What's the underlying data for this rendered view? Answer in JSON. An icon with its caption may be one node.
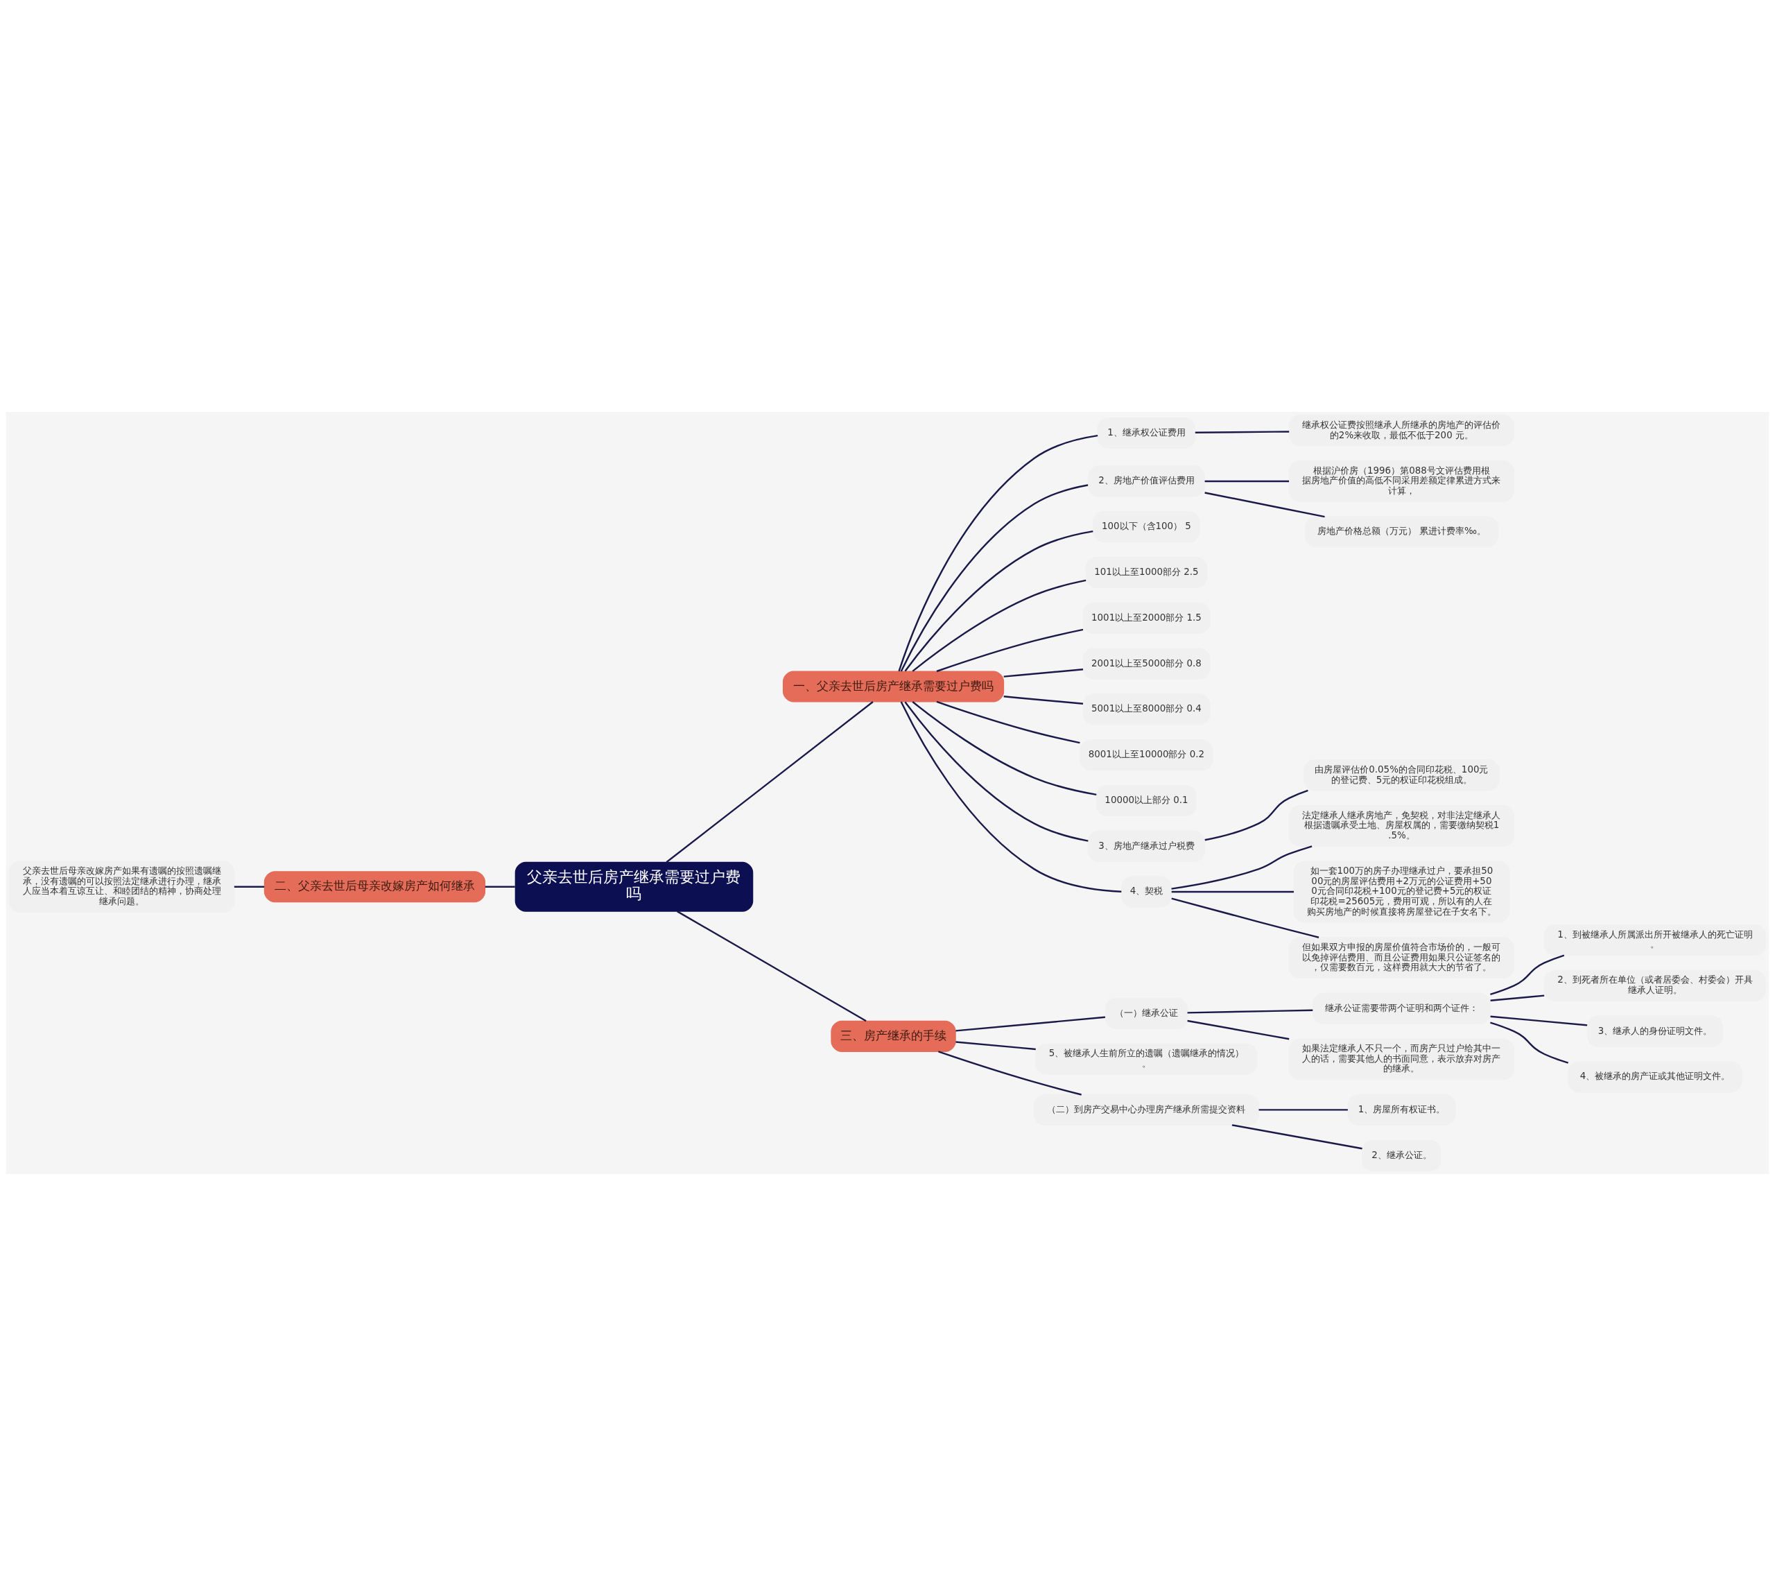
{
  "diagram": {
    "nodes": [
      {
        "text": [
          "父亲去世后房产继承需要过户费吗"
        ]
      },
      {
        "text": [
          "一、父亲去世后房产继承需要过户费吗"
        ]
      },
      {
        "text": [
          "1、继承权公证费用"
        ]
      },
      {
        "text": [
          "继承权公证费按照继承人所继承的房地产的评估价的2%来收取，最低不低于200 元。"
        ]
      },
      {
        "text": [
          "2、房地产价值评估费用"
        ]
      },
      {
        "text": [
          "根据沪价房（1996）第088号文评估费用根据房地产价值的高低不同采用差额定律累进方式来计算，"
        ]
      },
      {
        "text": [
          "房地产价格总额（万元） 累进计费率‰。"
        ]
      },
      {
        "text": [
          "100以下（含100） 5"
        ]
      },
      {
        "text": [
          "101以上至1000部分 2.5"
        ]
      },
      {
        "text": [
          "1001以上至2000部分 1.5"
        ]
      },
      {
        "text": [
          "2001以上至5000部分 0.8"
        ]
      },
      {
        "text": [
          "5001以上至8000部分 0.4"
        ]
      },
      {
        "text": [
          "8001以上至10000部分 0.2"
        ]
      },
      {
        "text": [
          "10000以上部分 0.1"
        ]
      },
      {
        "text": [
          "3、房地产继承过户税费"
        ]
      },
      {
        "text": [
          "由房屋评估价0.05%的合同印花税、100元的登记费、5元的权证印花税组成。"
        ]
      },
      {
        "text": [
          "4、契税"
        ]
      },
      {
        "text": [
          "法定继承人继承房地产，免契税，对非法定继承人根据遗嘱承受土地、房屋权属的，需要缴纳契税1.5%。"
        ]
      },
      {
        "text": [
          "如一套100万的房子办理继承过户，要承担5000元的房屋评估费用+2万元的公证费用+500元合同印花税+100元的登记费+5元的权证印花税=25605元，费用可观，所以有的人在购买房地产的时候直接将房屋登记在子女名下。"
        ]
      },
      {
        "text": [
          "但如果双方申报的房屋价值符合市场价的，一般可以免掉评估费用、而且公证费用如果只公证签名的，仅需要数百元，这样费用就大大的节省了。"
        ]
      },
      {
        "text": [
          "二、父亲去世后母亲改嫁房产如何继承"
        ]
      },
      {
        "text": [
          "父亲去世后母亲改嫁房产如果有遗嘱的按照遗嘱继承，没有遗嘱的可以按照法定继承进行办理，继承人应当本着互谅互让、和睦团结的精神，协商处理继承问题。"
        ]
      },
      {
        "text": [
          "三、房产继承的手续"
        ]
      },
      {
        "text": [
          "（一）继承公证"
        ]
      },
      {
        "text": [
          "继承公证需要带两个证明和两个证件："
        ]
      },
      {
        "text": [
          "1、到被继承人所属派出所开被继承人的死亡证明。"
        ]
      },
      {
        "text": [
          "2、到死者所在单位（或者居委会、村委会）开具继承人证明。"
        ]
      },
      {
        "text": [
          "3、继承人的身份证明文件。"
        ]
      },
      {
        "text": [
          "4、被继承的房产证或其他证明文件。"
        ]
      },
      {
        "text": [
          "如果法定继承人不只一个，而房产只过户给其中一人的话，需要其他人的书面同意，表示放弃对房产的继承。"
        ]
      },
      {
        "text": [
          "5、被继承人生前所立的遗嘱（遗嘱继承的情况）。"
        ]
      },
      {
        "text": [
          "（二）到房产交易中心办理房产继承所需提交资料"
        ]
      },
      {
        "text": [
          "1、房屋所有权证书。"
        ]
      },
      {
        "text": [
          "2、继承公证。"
        ]
      }
    ],
    "edges": [
      {
        "from": 0,
        "to": 1,
        "arrow": "none"
      },
      {
        "from": 1,
        "to": 2,
        "arrow": "none"
      },
      {
        "from": 2,
        "to": 3,
        "arrow": "none"
      },
      {
        "from": 1,
        "to": 4,
        "arrow": "none"
      },
      {
        "from": 4,
        "to": 5,
        "arrow": "none"
      },
      {
        "from": 4,
        "to": 6,
        "arrow": "none"
      },
      {
        "from": 1,
        "to": 7,
        "arrow": "none"
      },
      {
        "from": 1,
        "to": 8,
        "arrow": "none"
      },
      {
        "from": 1,
        "to": 9,
        "arrow": "none"
      },
      {
        "from": 1,
        "to": 10,
        "arrow": "none"
      },
      {
        "from": 1,
        "to": 11,
        "arrow": "none"
      },
      {
        "from": 1,
        "to": 12,
        "arrow": "none"
      },
      {
        "from": 1,
        "to": 13,
        "arrow": "none"
      },
      {
        "from": 1,
        "to": 14,
        "arrow": "none"
      },
      {
        "from": 14,
        "to": 15,
        "arrow": "none"
      },
      {
        "from": 1,
        "to": 16,
        "arrow": "none"
      },
      {
        "from": 16,
        "to": 17,
        "arrow": "none"
      },
      {
        "from": 16,
        "to": 18,
        "arrow": "none"
      },
      {
        "from": 16,
        "to": 19,
        "arrow": "none"
      },
      {
        "from": 0,
        "to": 20,
        "arrow": "none"
      },
      {
        "from": 20,
        "to": 21,
        "arrow": "none"
      },
      {
        "from": 0,
        "to": 22,
        "arrow": "none"
      },
      {
        "from": 22,
        "to": 23,
        "arrow": "none"
      },
      {
        "from": 23,
        "to": 24,
        "arrow": "none"
      },
      {
        "from": 24,
        "to": 25,
        "arrow": "none"
      },
      {
        "from": 24,
        "to": 26,
        "arrow": "none"
      },
      {
        "from": 24,
        "to": 27,
        "arrow": "none"
      },
      {
        "from": 24,
        "to": 28,
        "arrow": "none"
      },
      {
        "from": 23,
        "to": 29,
        "arrow": "none"
      },
      {
        "from": 22,
        "to": 30,
        "arrow": "none"
      },
      {
        "from": 22,
        "to": 31,
        "arrow": "none"
      },
      {
        "from": 31,
        "to": 32,
        "arrow": "none"
      },
      {
        "from": 31,
        "to": 33,
        "arrow": "none"
      }
    ]
  }
}
